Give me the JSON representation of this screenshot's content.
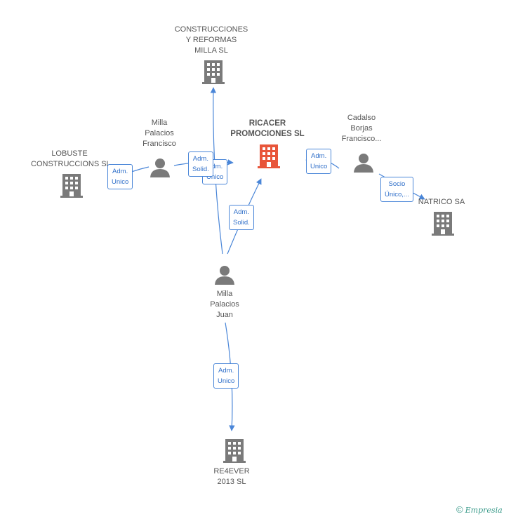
{
  "nodes": {
    "construcciones": {
      "lines": [
        "CONSTRUCCIONES",
        "Y REFORMAS",
        "MILLA SL"
      ]
    },
    "ricacer": {
      "lines": [
        "RICACER",
        "PROMOCIONES SL"
      ]
    },
    "milla_francisco": {
      "lines": [
        "Milla",
        "Palacios",
        "Francisco"
      ]
    },
    "lobuste": {
      "lines": [
        "LOBUSTE",
        "CONSTRUCCIONS SL"
      ]
    },
    "cadalso": {
      "lines": [
        "Cadalso",
        "Borjas",
        "Francisco..."
      ]
    },
    "natrico": {
      "lines": [
        "NATRICO SA"
      ]
    },
    "milla_juan": {
      "lines": [
        "Milla",
        "Palacios",
        "Juan"
      ]
    },
    "re4ever": {
      "lines": [
        "RE4EVER",
        "2013  SL"
      ]
    }
  },
  "edges": {
    "lobuste_francisco": [
      "Adm.",
      "Unico"
    ],
    "francisco_ricacer": [
      "Adm.",
      "Unico"
    ],
    "francisco_construcciones": [
      "Adm.",
      "Solid."
    ],
    "juan_ricacer": [
      "Adm.",
      "Solid."
    ],
    "cadalso_ricacer": [
      "Adm.",
      "Unico"
    ],
    "cadalso_natrico": [
      "Socio",
      "Único,..."
    ],
    "juan_re4ever": [
      "Adm.",
      "Unico"
    ]
  },
  "colors": {
    "company": "#7a7a7a",
    "main_company": "#e8553a",
    "person": "#7a7a7a",
    "edge": "#4a86d8"
  },
  "credits": {
    "symbol": "©",
    "brand": "Empresia"
  }
}
